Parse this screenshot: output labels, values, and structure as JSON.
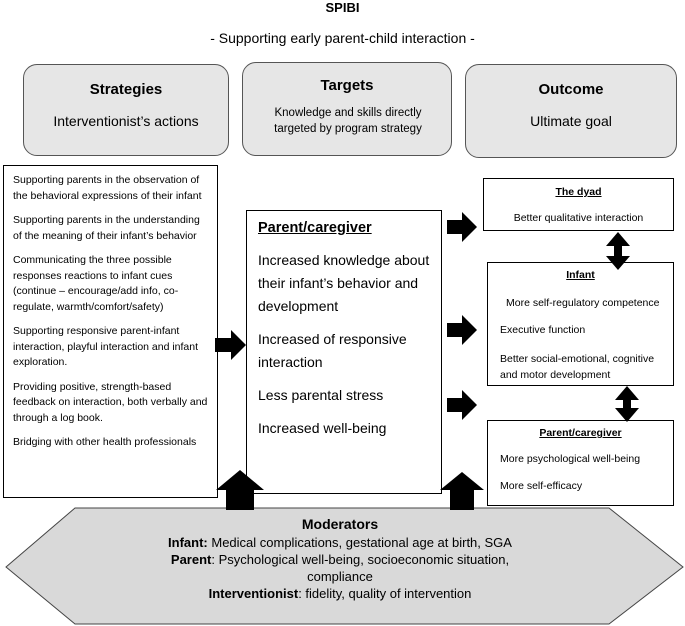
{
  "title": "SPIBI",
  "subtitle": "-    Supporting early parent-child interaction -",
  "headers": [
    {
      "title": "Strategies",
      "subtitle": "Interventionist’s actions"
    },
    {
      "title": "Targets",
      "subtitle": "Knowledge and skills directly targeted by program strategy"
    },
    {
      "title": "Outcome",
      "subtitle": "Ultimate goal"
    }
  ],
  "strategies": [
    "Supporting parents in the observation of the behavioral expressions of their infant",
    "Supporting parents in the understanding of the meaning of their infant’s behavior",
    "Communicating the three possible responses reactions to infant cues (continue – encourage/add info, co-regulate, warmth/comfort/safety)",
    "Supporting responsive parent-infant interaction, playful interaction and infant exploration.",
    "Providing positive, strength-based feedback on interaction, both verbally and through a log book.",
    "Bridging with other health professionals"
  ],
  "targets": {
    "title": "Parent/caregiver",
    "items": [
      "Increased knowledge about their infant’s behavior and development",
      "Increased of responsive interaction",
      "Less parental stress",
      "Increased well-being"
    ]
  },
  "outcomes": {
    "dyad": {
      "title": "The dyad",
      "items": [
        "Better qualitative interaction"
      ]
    },
    "infant": {
      "title": "Infant",
      "items": [
        "More self-regulatory competence",
        "Executive function",
        "Better social-emotional, cognitive and motor development"
      ]
    },
    "parent": {
      "title": "Parent/caregiver",
      "items": [
        "More psychological well-being",
        "More self-efficacy"
      ]
    }
  },
  "moderators": {
    "title": "Moderators",
    "infant_label": "Infant:",
    "infant_text": " Medical complications, gestational age at birth, SGA",
    "parent_label": "Parent",
    "parent_text": ": Psychological well-being, socioeconomic situation,",
    "parent_text2": "compliance",
    "interventionist_label": "Interventionist",
    "interventionist_text": ": fidelity, quality of intervention"
  }
}
